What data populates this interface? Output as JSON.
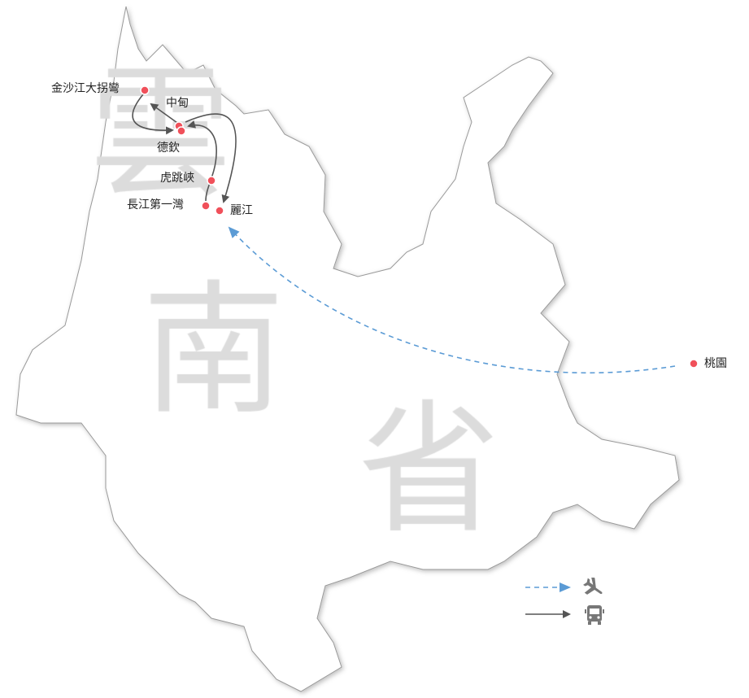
{
  "province_name": [
    "雲",
    "南",
    "省"
  ],
  "places": [
    {
      "id": "jinsha",
      "label": "金沙江大拐彎"
    },
    {
      "id": "zhongdian",
      "label": "中甸"
    },
    {
      "id": "deqin",
      "label": "德欽"
    },
    {
      "id": "hutiao",
      "label": "虎跳峽"
    },
    {
      "id": "changjiang",
      "label": "長江第一灣"
    },
    {
      "id": "lijiang",
      "label": "麗江"
    },
    {
      "id": "taoyuan",
      "label": "桃園"
    }
  ],
  "legend": [
    {
      "line": "dashed",
      "color": "#5b9bd5",
      "icon": "airplane-icon"
    },
    {
      "line": "solid",
      "color": "#555555",
      "icon": "bus-icon"
    }
  ],
  "colors": {
    "dot": "#f0505a",
    "flight": "#5b9bd5",
    "bus": "#555555",
    "big_text": "#dcdcdc"
  }
}
